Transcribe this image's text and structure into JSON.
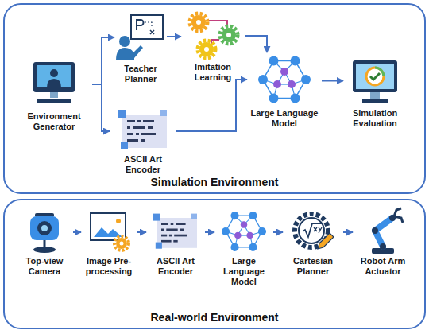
{
  "diagram": {
    "nodes": [
      {
        "text": [
          "Simulation Environment"
        ]
      },
      {
        "text": [
          "Environment Generator"
        ],
        "in": 0
      },
      {
        "text": [
          "Teacher Planner"
        ],
        "in": 0
      },
      {
        "text": [
          "Imitation Learning"
        ],
        "in": 0
      },
      {
        "text": [
          "ASCII Art Encoder"
        ],
        "in": 0
      },
      {
        "text": [
          "Large Language Model"
        ],
        "in": 0
      },
      {
        "text": [
          "Simulation Evaluation"
        ],
        "in": 0
      },
      {
        "text": [
          "Real-world Environment"
        ]
      },
      {
        "text": [
          "Top-view Camera"
        ],
        "in": 7
      },
      {
        "text": [
          "Image Pre-processing"
        ],
        "in": 7
      },
      {
        "text": [
          "ASCII Art Encoder"
        ],
        "in": 7
      },
      {
        "text": [
          "Large Language Model"
        ],
        "in": 7
      },
      {
        "text": [
          "Cartesian Planner"
        ],
        "in": 7
      },
      {
        "text": [
          "Robot Arm Actuator"
        ],
        "in": 7
      }
    ],
    "edges": [
      {
        "from": 1,
        "to": 2,
        "arrow": "to"
      },
      {
        "from": 1,
        "to": 4,
        "arrow": "to"
      },
      {
        "from": 2,
        "to": 3,
        "arrow": "to"
      },
      {
        "from": 3,
        "to": 5,
        "arrow": "to"
      },
      {
        "from": 4,
        "to": 5,
        "arrow": "to"
      },
      {
        "from": 5,
        "to": 6,
        "arrow": "to"
      },
      {
        "from": 8,
        "to": 9,
        "arrow": "to"
      },
      {
        "from": 9,
        "to": 10,
        "arrow": "to"
      },
      {
        "from": 10,
        "to": 11,
        "arrow": "to"
      },
      {
        "from": 11,
        "to": 12,
        "arrow": "to"
      },
      {
        "from": 12,
        "to": 13,
        "arrow": "to"
      }
    ]
  }
}
